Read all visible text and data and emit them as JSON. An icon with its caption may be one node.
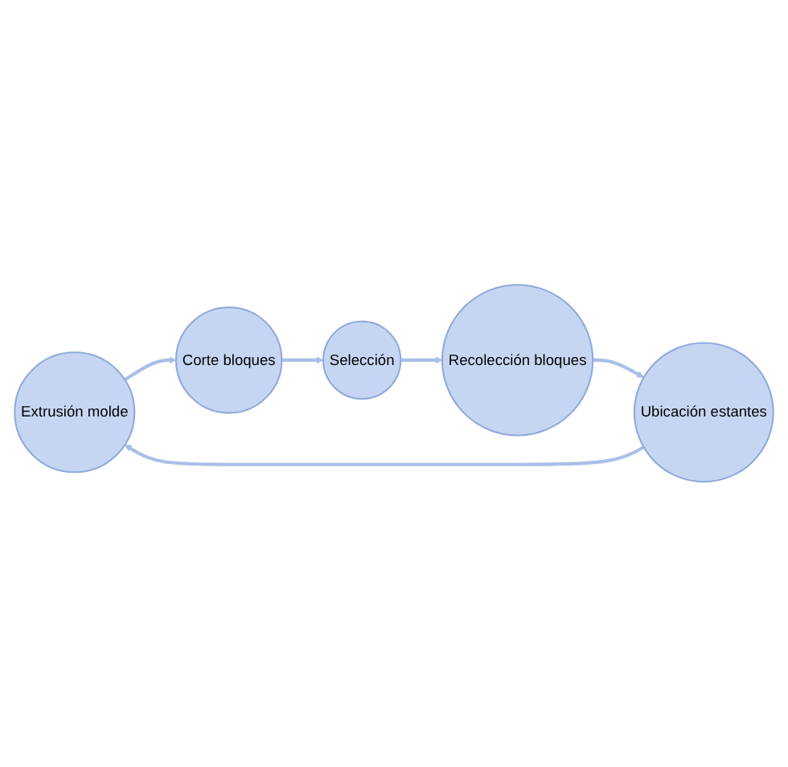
{
  "diagram": {
    "nodes": [
      {
        "text": [
          "Extrusión molde"
        ]
      },
      {
        "text": [
          "Corte bloques"
        ]
      },
      {
        "text": [
          "Selección"
        ]
      },
      {
        "text": [
          "Recolección bloques"
        ]
      },
      {
        "text": [
          "Ubicación estantes"
        ]
      }
    ],
    "edges": [
      {
        "from": 0,
        "to": 1,
        "arrow": "to"
      },
      {
        "from": 1,
        "to": 2,
        "arrow": "to"
      },
      {
        "from": 2,
        "to": 3,
        "arrow": "to"
      },
      {
        "from": 3,
        "to": 4,
        "arrow": "to"
      },
      {
        "from": 4,
        "to": 0,
        "arrow": "to"
      }
    ]
  }
}
